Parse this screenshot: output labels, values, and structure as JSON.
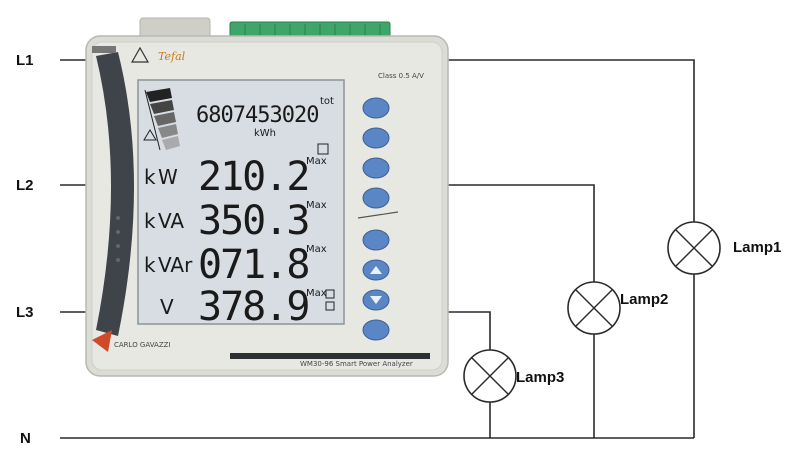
{
  "lines": {
    "L1": "L1",
    "L2": "L2",
    "L3": "L3",
    "N": "N"
  },
  "lamps": [
    {
      "label": "Lamp1"
    },
    {
      "label": "Lamp2"
    },
    {
      "label": "Lamp3"
    }
  ],
  "meter": {
    "brand_tag": "Tefal",
    "class_label": "Class 0.5 A/V",
    "model_label": "WM30-96 Smart Power Analyzer",
    "maker_label": "CARLO GAVAZZI",
    "counter": "6807453020",
    "counter_unit": "kWh",
    "counter_tag": "tot",
    "rows": [
      {
        "prefix": "k",
        "unit": "W",
        "value": "210.2",
        "tag": "Max"
      },
      {
        "prefix": "k",
        "unit": "VA",
        "value": "350.3",
        "tag": "Max"
      },
      {
        "prefix": "k",
        "unit": "VAr",
        "value": "071.8",
        "tag": "Max"
      },
      {
        "prefix": "",
        "unit": "V",
        "value": "378.9",
        "tag": "Max"
      }
    ],
    "colors": {
      "bezel": "#dcdcd6",
      "lcd": "#d7dde3",
      "button": "#5b86c6",
      "terminal": "#3fa66a"
    }
  }
}
